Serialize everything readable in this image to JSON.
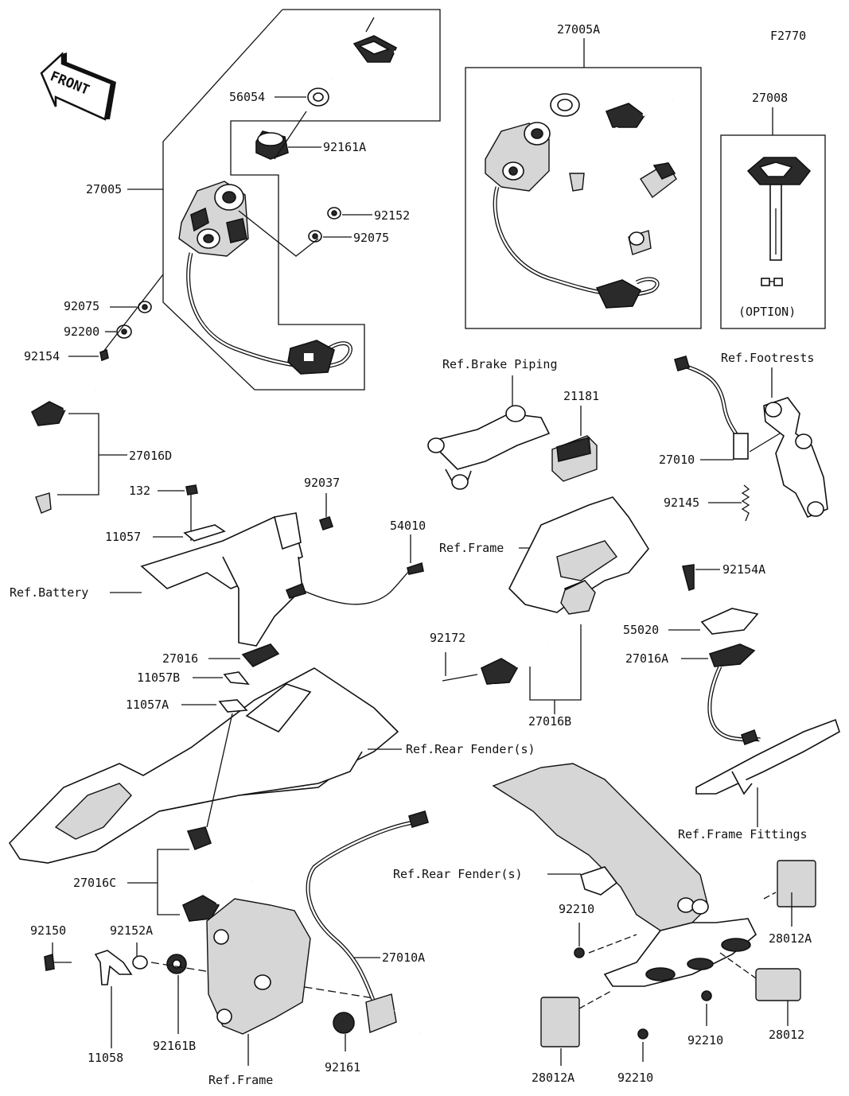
{
  "diagram_id": "F2770",
  "front_label": "FRONT",
  "option_label": "(OPTION)",
  "parts": {
    "p56054": "56054",
    "p92161A": "92161A",
    "p27005": "27005",
    "p92152": "92152",
    "p92075a": "92075",
    "p92075b": "92075",
    "p92200": "92200",
    "p92154": "92154",
    "p27005A": "27005A",
    "p27008": "27008",
    "p27016D": "27016D",
    "p132": "132",
    "p11057": "11057",
    "p92037": "92037",
    "p54010": "54010",
    "p27016": "27016",
    "p21181": "21181",
    "p27010": "27010",
    "p92145": "92145",
    "p92154A": "92154A",
    "p55020": "55020",
    "p27016A": "27016A",
    "p92172": "92172",
    "p27016B": "27016B",
    "p11057B": "11057B",
    "p11057A": "11057A",
    "p27016C": "27016C",
    "p92150": "92150",
    "p92152A": "92152A",
    "p11058": "11058",
    "p92161B": "92161B",
    "p92161": "92161",
    "p27010A": "27010A",
    "p92210a": "92210",
    "p92210b": "92210",
    "p92210c": "92210",
    "p28012A_a": "28012A",
    "p28012A_b": "28012A",
    "p28012": "28012"
  },
  "refs": {
    "brake_piping": "Ref.Brake Piping",
    "footrests": "Ref.Footrests",
    "frame_mid": "Ref.Frame",
    "battery": "Ref.Battery",
    "rear_fender_a": "Ref.Rear Fender(s)",
    "rear_fender_b": "Ref.Rear Fender(s)",
    "frame_fittings": "Ref.Frame Fittings",
    "frame_bottom": "Ref.Frame"
  }
}
